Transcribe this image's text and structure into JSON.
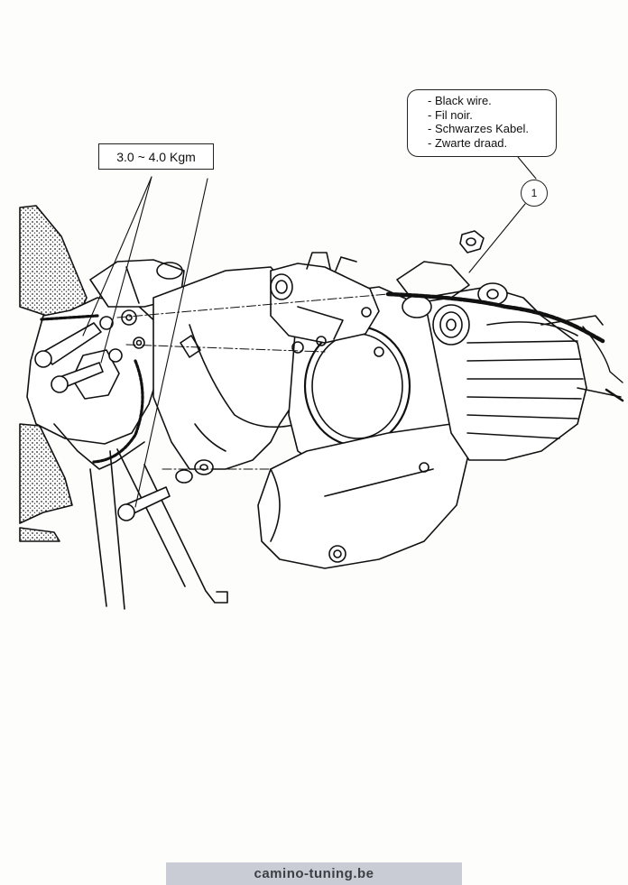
{
  "torque_spec": "3.0 ~ 4.0 Kgm",
  "wire_note": {
    "lines": [
      "- Black wire.",
      "- Fil noir.",
      "- Schwarzes Kabel.",
      "- Zwarte draad."
    ]
  },
  "callout_number": "1",
  "footer_watermark": "camino-tuning.be",
  "colors": {
    "ink": "#111111",
    "paper": "#fdfdfc",
    "footer_bg": "#c9ccd4",
    "footer_text": "#3c3f44"
  }
}
